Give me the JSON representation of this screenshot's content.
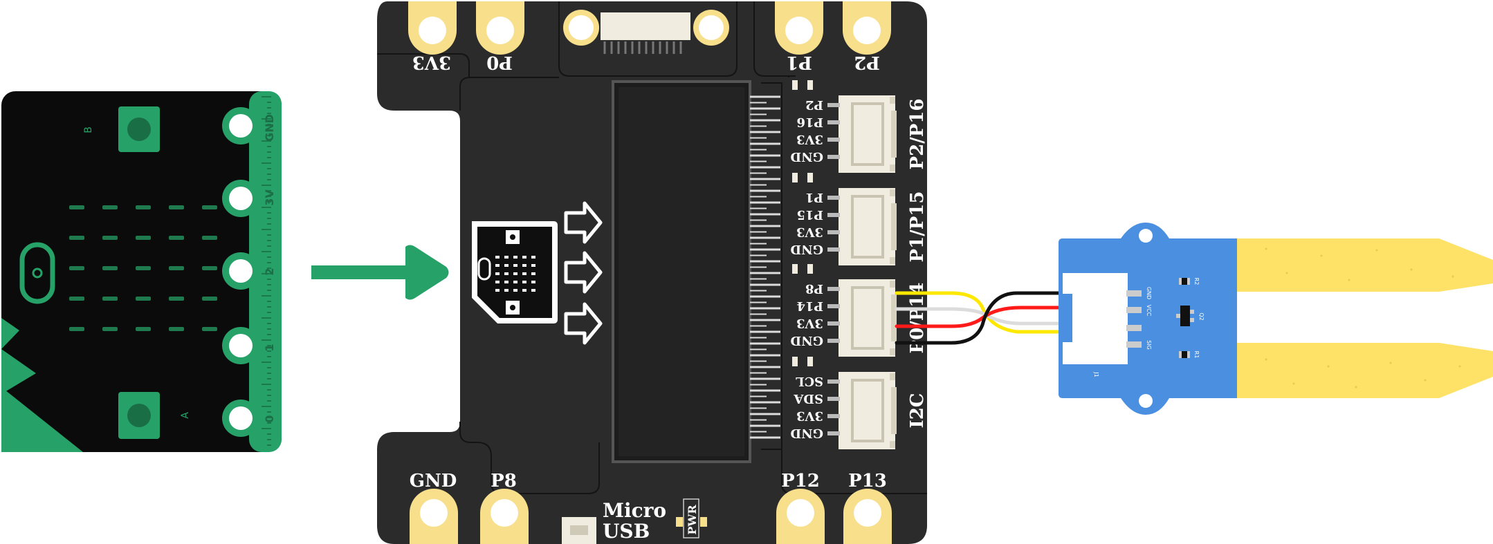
{
  "colors": {
    "board": "#2b2b2b",
    "pad": "#f7df8c",
    "padHole": "#ffffff",
    "green": "#26a269",
    "microbitBody": "#0b0b0b",
    "sensorBlue": "#4a8fe0",
    "probeYellow": "#fde267",
    "connector": "#f0ece0",
    "wireYellow": "#ffe800",
    "wireWhite": "#dcdcdc",
    "wireRed": "#ff1a1a",
    "wireBlack": "#111111"
  },
  "microbit": {
    "edge_labels": [
      "GND",
      "3V",
      "2",
      "1",
      "0"
    ],
    "button_a": "A",
    "button_b": "B"
  },
  "expansion_board": {
    "top_pads": [
      "3V3",
      "P0",
      "P1",
      "P2"
    ],
    "bottom_pads": [
      "GND",
      "P8",
      "P12",
      "P13"
    ],
    "micro_usb_line1": "Micro",
    "micro_usb_line2": "USB",
    "pwr_label": "PWR",
    "ports": [
      {
        "name": "P2/P16",
        "pins": [
          "P2",
          "P16",
          "3V3",
          "GND"
        ]
      },
      {
        "name": "P1/P15",
        "pins": [
          "P1",
          "P15",
          "3V3",
          "GND"
        ]
      },
      {
        "name": "P0/P14",
        "pins": [
          "P8",
          "P14",
          "3V3",
          "GND"
        ]
      },
      {
        "name": "I2C",
        "pins": [
          "SCL",
          "SDA",
          "3V3",
          "GND"
        ]
      }
    ]
  },
  "sensor": {
    "pins": [
      "GND",
      "VCC",
      "SIG"
    ],
    "parts": [
      "R2",
      "Q2",
      "R1",
      "J1"
    ]
  }
}
